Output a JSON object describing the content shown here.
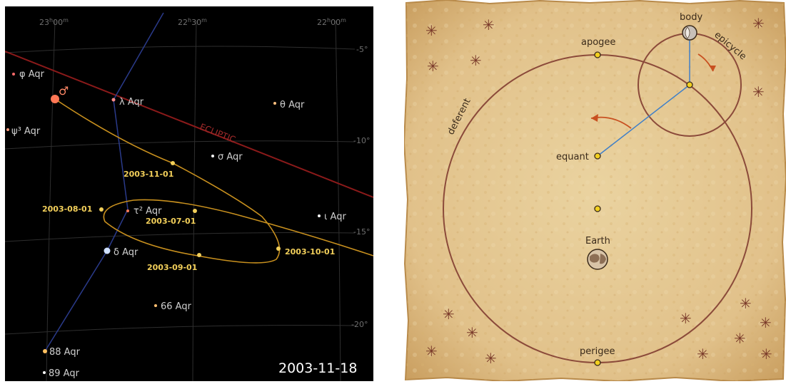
{
  "sky_chart": {
    "ra_labels": [
      {
        "id": "ra-23h00m",
        "h": "23",
        "m": "00"
      },
      {
        "id": "ra-22h30m",
        "h": "22",
        "m": "30"
      },
      {
        "id": "ra-22h00m",
        "h": "22",
        "m": "00"
      }
    ],
    "ra_unit_h": "h",
    "ra_unit_m": "m",
    "dec_labels": [
      "-5°",
      "-10°",
      "-15°",
      "-20°"
    ],
    "ecliptic_label": "ECLIPTIC",
    "mars_symbol": "♂",
    "stars": [
      {
        "id": "phi-aqr",
        "label": "φ Aqr"
      },
      {
        "id": "lambda-aqr",
        "label": "λ Aqr"
      },
      {
        "id": "theta-aqr",
        "label": "θ Aqr"
      },
      {
        "id": "psi3-aqr",
        "label": "ψ³ Aqr"
      },
      {
        "id": "sigma-aqr",
        "label": "σ Aqr"
      },
      {
        "id": "tau2-aqr",
        "label": "τ² Aqr"
      },
      {
        "id": "iota-aqr",
        "label": "ι Aqr"
      },
      {
        "id": "delta-aqr",
        "label": "δ Aqr"
      },
      {
        "id": "66-aqr",
        "label": "66 Aqr"
      },
      {
        "id": "88-aqr",
        "label": "88 Aqr"
      },
      {
        "id": "89-aqr",
        "label": "89 Aqr"
      }
    ],
    "dates": [
      "2003-11-01",
      "2003-08-01",
      "2003-07-01",
      "2003-10-01",
      "2003-09-01"
    ],
    "current_date": "2003-11-18",
    "colors": {
      "background": "#000000",
      "ecliptic": "#8b1a1a",
      "path": "#c8901e",
      "constellation": "#2a3a8a",
      "mars": "#ff7755",
      "date": "#f2cf5a"
    }
  },
  "epicycle_diagram": {
    "labels": {
      "body": "body",
      "epicycle": "epicycle",
      "apogee": "apogee",
      "deferent": "deferent",
      "equant": "equant",
      "earth": "Earth",
      "perigee": "perigee"
    },
    "colors": {
      "parchment": "#e6c98e",
      "circle": "#8b4a3a",
      "line": "#3f7fc8",
      "arrow": "#c85020",
      "point": "#f2d020"
    }
  }
}
